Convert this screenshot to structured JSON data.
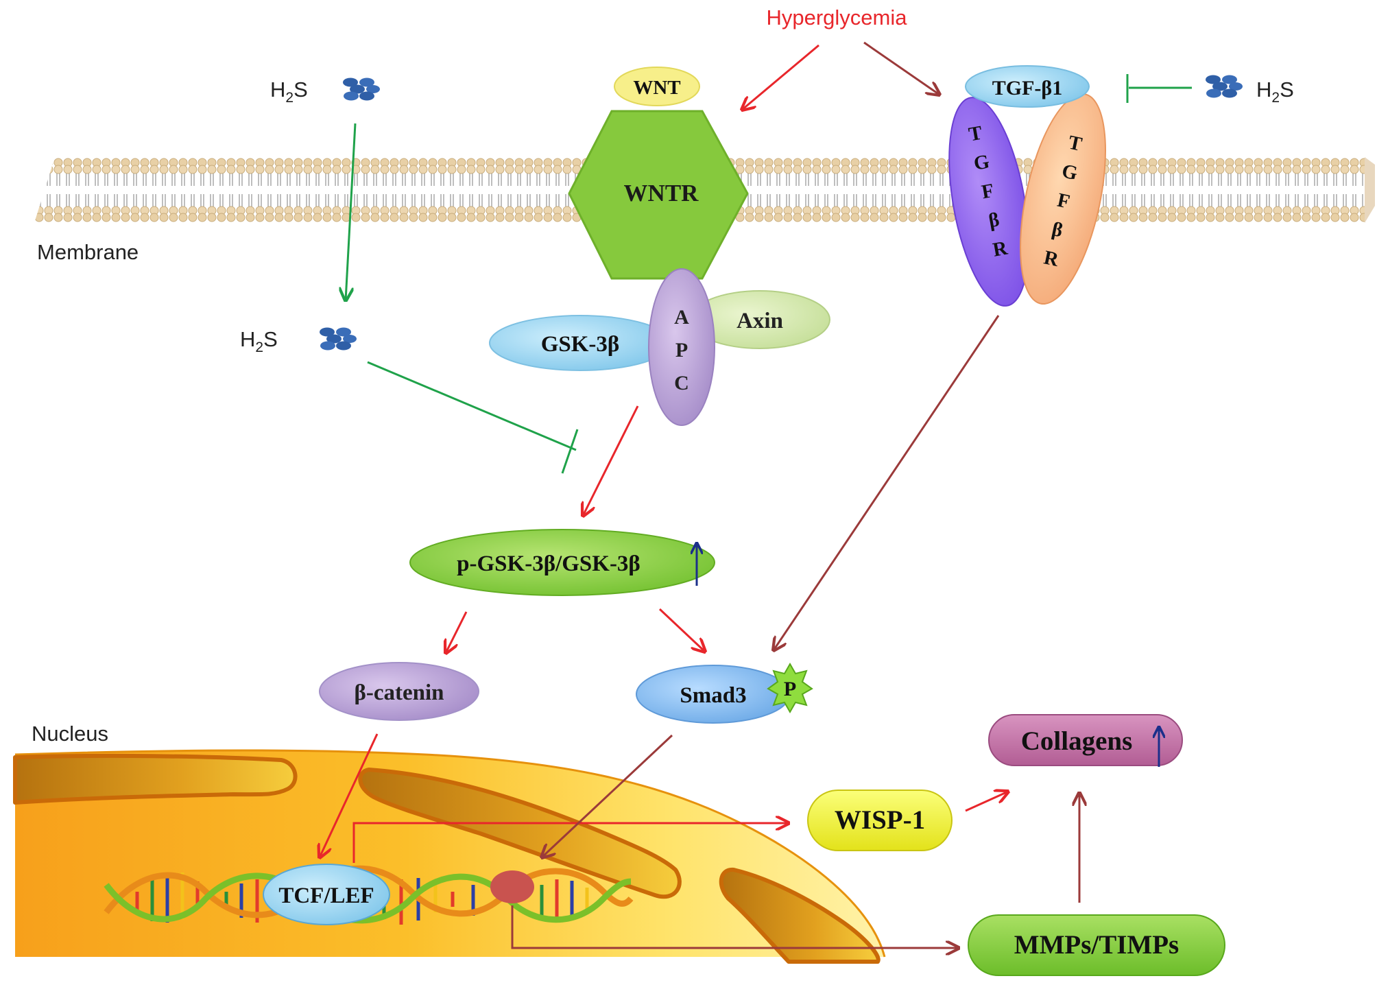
{
  "stimulus": "Hyperglycemia",
  "membrane_label": "Membrane",
  "nucleus_label": "Nucleus",
  "h2s": {
    "base": "H",
    "sub": "2",
    "tail": "S"
  },
  "wnt_pathway": {
    "ligand": "WNT",
    "receptor": "WNTR",
    "gsk": "GSK-3β",
    "apc_letters": [
      "A",
      "P",
      "C"
    ],
    "axin": "Axin",
    "ratio": "p-GSK-3β/GSK-3β",
    "beta_catenin": "β-catenin",
    "tcf": "TCF/LEF"
  },
  "tgf_pathway": {
    "ligand": "TGF-β1",
    "receptor_letters": [
      "T",
      "G",
      "F",
      "β",
      "R"
    ],
    "smad": "Smad3",
    "phospho": "P"
  },
  "outputs": {
    "wisp": "WISP-1",
    "collagens": "Collagens",
    "mmps": "MMPs/TIMPs"
  },
  "colors": {
    "activation": "#e8262b",
    "tgf_route": "#9b3a3a",
    "h2s_inhibit": "#1fa24a",
    "up_arrow": "#1b2f8a",
    "membrane_head": "#e9d3ad",
    "nucleus": "#f8a41c"
  }
}
